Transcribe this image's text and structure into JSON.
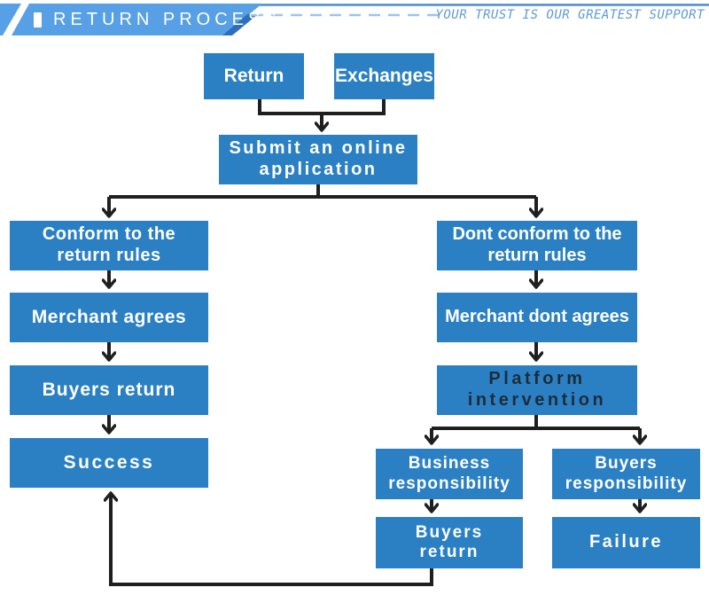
{
  "header": {
    "title": "RETURN PROCESS",
    "slogan": "YOUR TRUST IS OUR GREATEST SUPPORT",
    "colors": {
      "banner": "#58a0e5",
      "banner_fold": "#2c6fc0",
      "accent_line": "#4c8bd4",
      "dashed_line": "#9cc4ec",
      "slogan_text": "#5e9ad6",
      "title_text": "#ffffff"
    }
  },
  "flowchart": {
    "colors": {
      "box": "#2b80c4",
      "box_text": "#ffffff",
      "platform_text": "#1e2c3a",
      "connector": "#1f1f1f"
    },
    "nodes": {
      "return": {
        "label": "Return"
      },
      "exchanges": {
        "label": "Exchanges"
      },
      "submit": {
        "label": "Submit an online\napplication"
      },
      "conform": {
        "label": "Conform to the\nreturn rules"
      },
      "dont_conform": {
        "label": "Dont conform to the\nreturn rules"
      },
      "merchant_agrees": {
        "label": "Merchant agrees"
      },
      "merchant_dont_agrees": {
        "label": "Merchant dont agrees"
      },
      "buyers_return": {
        "label": "Buyers return"
      },
      "platform": {
        "label": "Platform\nintervention"
      },
      "success": {
        "label": "Success"
      },
      "business_resp": {
        "label": "Business\nresponsibility"
      },
      "buyers_resp": {
        "label": "Buyers\nresponsibility"
      },
      "buyers_return_2": {
        "label": "Buyers\nreturn"
      },
      "failure": {
        "label": "Failure"
      }
    },
    "edges": [
      {
        "from": "return",
        "to": "submit"
      },
      {
        "from": "exchanges",
        "to": "submit"
      },
      {
        "from": "submit",
        "to": "conform"
      },
      {
        "from": "submit",
        "to": "dont_conform"
      },
      {
        "from": "conform",
        "to": "merchant_agrees"
      },
      {
        "from": "merchant_agrees",
        "to": "buyers_return"
      },
      {
        "from": "buyers_return",
        "to": "success"
      },
      {
        "from": "dont_conform",
        "to": "merchant_dont_agrees"
      },
      {
        "from": "merchant_dont_agrees",
        "to": "platform"
      },
      {
        "from": "platform",
        "to": "business_resp"
      },
      {
        "from": "platform",
        "to": "buyers_resp"
      },
      {
        "from": "business_resp",
        "to": "buyers_return_2"
      },
      {
        "from": "buyers_resp",
        "to": "failure"
      },
      {
        "from": "buyers_return_2",
        "to": "success"
      }
    ]
  }
}
